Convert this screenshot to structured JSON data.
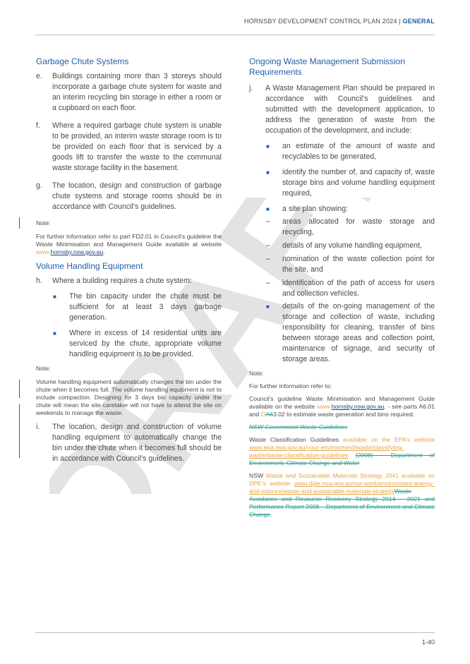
{
  "header": {
    "title": "HORNSBY DEVELOPMENT CONTROL PLAN 2024",
    "separator": "|",
    "section": "GENERAL"
  },
  "watermark": {
    "text": "DRAFT"
  },
  "left": {
    "heading1": "Garbage Chute Systems",
    "e": {
      "label": "e.",
      "text": "Buildings containing more than 3 storeys should incorporate a garbage chute system for waste and an interim recycling bin storage in either a room or a cupboard on each floor."
    },
    "f": {
      "label": "f.",
      "text": "Where a required garbage chute system is unable to be provided, an interim waste storage room is to be provided on each floor that is serviced by a goods lift to transfer the waste to the communal waste storage facility in the basement."
    },
    "g": {
      "label": "g.",
      "text": "The location, design and construction of garbage chute systems and storage rooms should be in accordance with Council’s guidelines."
    },
    "note1_label": "Note:",
    "note1_text": "For further information refer to part FD2.01 in Council’s guideline the Waste Minimisation and Management Guide available at website",
    "note1_ins": "www.",
    "note1_link": "hornsby.nsw.gov.au",
    "note1_end": ".",
    "heading2": "Volume Handling Equipment",
    "h": {
      "label": "h.",
      "text": "Where a building requires a chute system:"
    },
    "h_bullets": [
      "The bin capacity under the chute must be sufficient for at least 3 days garbage generation.",
      "Where in excess of 14 residential units are serviced by the chute, appropriate volume handling equipment is to be provided."
    ],
    "note2_label": "Note:",
    "note2_text": "Volume handling equipment automatically changes the bin under the chute when it becomes full. The volume handling equipment is not to include compaction. Designing for 3 days bin capacity under the chute will mean the site caretaker will not have to attend the site on weekends to manage the waste.",
    "i": {
      "label": "i.",
      "text": "The location, design and construction of volume handling equipment to automatically change the bin under the chute when it becomes full should be in accordance with Council’s guidelines."
    }
  },
  "right": {
    "heading": "Ongoing Waste Management Submission Requirements",
    "j": {
      "label": "j.",
      "text": "A Waste Management Plan should be prepared in accordance with Council’s guidelines and submitted with the development application, to address the generation of waste from the occupation of the development, and include:"
    },
    "j_bullets_a": [
      "an estimate of the amount of waste and recyclables to be generated,",
      "identify the number of, and capacity of, waste storage bins and volume handling equipment required,",
      "a site plan showing:"
    ],
    "j_dashes": [
      "areas allocated for waste storage and recycling,",
      "details of any volume handling equipment,",
      "nomination of the waste collection point for the site, and",
      "identification of the path of access for users and collection vehicles."
    ],
    "j_bullet_last": "details of the on-going management of the storage and collection of waste, including responsibility for cleaning, transfer of bins between storage areas and collection point, maintenance of signage, and security of storage areas.",
    "dash_mark": "–",
    "note_label": "Note:",
    "note_intro": "For further information refer to:",
    "note_guide_a": "Council’s guideline Waste Minimisation and Management Guide available on the website",
    "note_guide_ins": "www.",
    "note_guide_link": "hornsby.nsw.gov.au",
    "note_guide_b": ". - see parts A6.01 and",
    "note_guide_ins2": "O",
    "note_guide_del2": "A6",
    "note_guide_c": "3.02 to estimate waste generation and bins required.",
    "nsw_deleted": "NSW Government Waste Guidelines",
    "wcg_a": "Waste Classification Guidelines",
    "wcg_ins": "available on the EPA’s website",
    "wcg_link": "www.epa.nsw.gov.au/your-environment/waste/classifying-waste/waste-classification-guidelines",
    "wcg_del": "(2008) – Department of Environment, Climate Change and Water",
    "nsw2_a": "NSW",
    "nsw2_ins": "Waste and Sustainable Materials Strategy 2041 available on DPE’s website",
    "nsw2_link": "www.dpie.nsw.gov.au/our-work/environment-energy-and-science/waste-and-sustainable-materials-strategy",
    "nsw2_del": "Waste Avoidance and Resource Recovery Strategy 2014 – 2021 and Performance Report 2008 – Department of Environment and Climate Change",
    "nsw2_end": "."
  },
  "footer": {
    "page": "1-40"
  },
  "colors": {
    "heading_blue": "#1f5fa8",
    "insert_orange": "#e8a33d",
    "delete_teal": "#2a9d8f"
  }
}
